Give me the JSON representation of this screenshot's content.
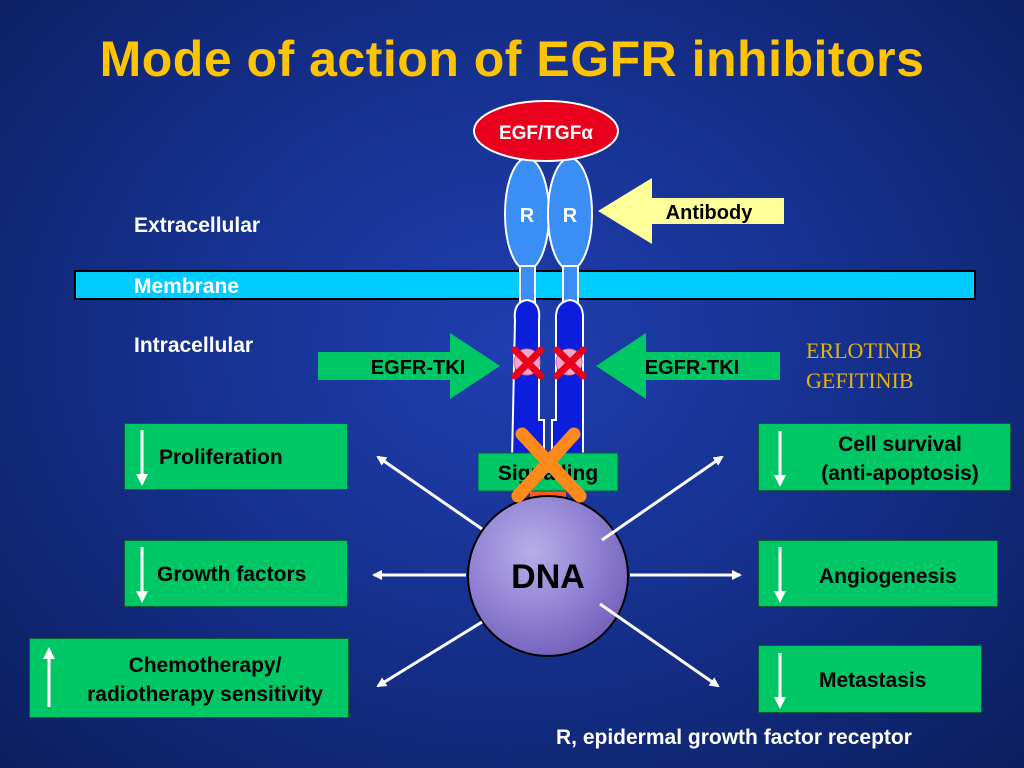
{
  "title": "Mode of action of EGFR inhibitors",
  "ligand": "EGF/TGFα",
  "receptor_label": "R",
  "antibody": "Antibody",
  "extracellular": "Extracellular",
  "membrane": "Membrane",
  "intracellular": "Intracellular",
  "egfr_tki": "EGFR-TKI",
  "drugs": [
    "ERLOTINIB",
    "GEFITINIB"
  ],
  "signalling": "Signalling",
  "dna": "DNA",
  "left_effects": [
    "Proliferation",
    "Growth factors"
  ],
  "chemo": [
    "Chemotherapy/",
    "radiotherapy sensitivity"
  ],
  "right_effects": {
    "cell_survival": [
      "Cell survival",
      "(anti-apoptosis)"
    ],
    "angiogenesis": "Angiogenesis",
    "metastasis": "Metastasis"
  },
  "footer": "R, epidermal growth factor receptor",
  "colors": {
    "title": "#ffc400",
    "membrane": "#00ccff",
    "box": "#00c765",
    "ligand": "#e8001c",
    "antibody_arrow": "#ffff9a",
    "block_x_red": "#e8001c",
    "block_x_orange": "#ff8a1c",
    "dna": "#8f7fd2"
  }
}
